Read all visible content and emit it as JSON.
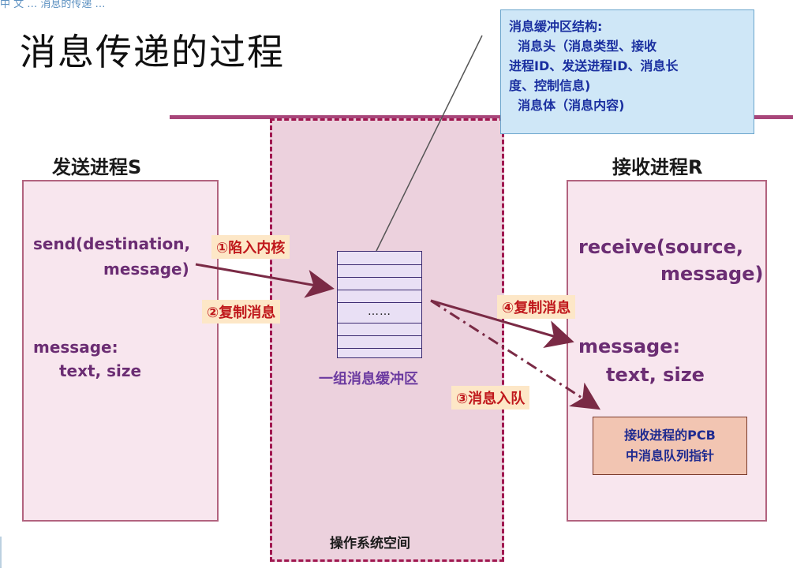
{
  "slide": {
    "header_crumb": "中 文 … 消息的传递 …",
    "title": "消息传递的过程"
  },
  "callout": {
    "lines": [
      "消息缓冲区结构:",
      "  消息头（消息类型、接收",
      "进程ID、发送进程ID、消息长",
      "度、控制信息)",
      "  消息体（消息内容)"
    ]
  },
  "sender": {
    "title": "发送进程S",
    "call_line1": "send(destination,",
    "call_line2": "message)",
    "msg_line1": "message:",
    "msg_line2": "text, size"
  },
  "receiver": {
    "title": "接收进程R",
    "call_line1": "receive(source,",
    "call_line2": "message)",
    "msg_line1": "message:",
    "msg_line2": "text, size"
  },
  "kernel": {
    "buffer_dots": "……",
    "buffer_label": "一组消息缓冲区",
    "os_label": "操作系统空间"
  },
  "steps": {
    "step1": "①陷入内核",
    "step2": "②复制消息",
    "step3": "③消息入队",
    "step4": "④复制消息"
  },
  "pcb": {
    "line1": "接收进程的PCB",
    "line2": "中消息队列指针"
  },
  "colors": {
    "accent_bar": "#a8467a",
    "os_fill": "#ecd1dd",
    "os_border": "#a01850",
    "arrow": "#7a2a45",
    "tag_text": "#c0181c",
    "tag_fill": "#fde7c7",
    "callout_fill": "#cfe7f7",
    "callout_text": "#1a2fa0",
    "pcb_fill": "#f2c5b2"
  }
}
